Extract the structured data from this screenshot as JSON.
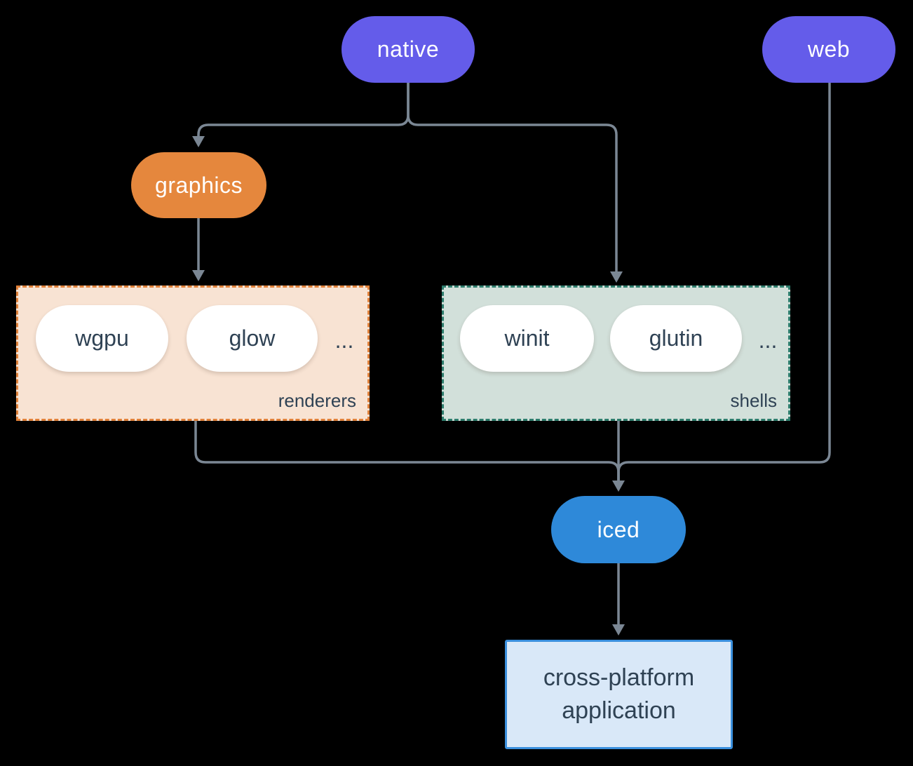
{
  "nodes": {
    "native": {
      "label": "native",
      "color": "#645cea"
    },
    "web": {
      "label": "web",
      "color": "#645cea"
    },
    "graphics": {
      "label": "graphics",
      "color": "#e5873d"
    },
    "iced": {
      "label": "iced",
      "color": "#2e89d9"
    },
    "application": {
      "line1": "cross-platform",
      "line2": "application",
      "bg": "#d9e8f8",
      "border": "#3a8fdd"
    }
  },
  "groups": {
    "renderers": {
      "label": "renderers",
      "bg": "#f8e3d3",
      "border": "#e0813a",
      "items": [
        "wgpu",
        "glow"
      ],
      "ellipsis": "..."
    },
    "shells": {
      "label": "shells",
      "bg": "#d2e0da",
      "border": "#2e7d6d",
      "items": [
        "winit",
        "glutin"
      ],
      "ellipsis": "..."
    }
  },
  "style": {
    "background": "#000000",
    "connector_color": "#7b8794",
    "item_text_color": "#2f4254"
  }
}
